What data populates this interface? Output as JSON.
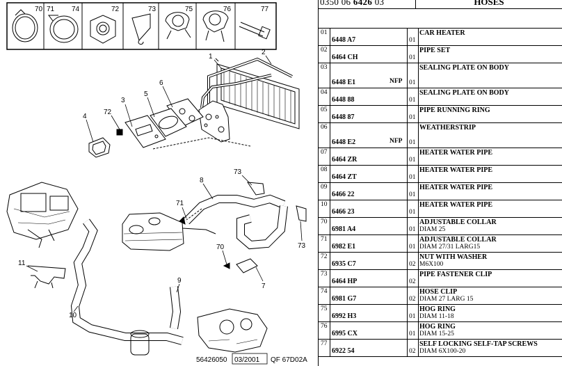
{
  "header": {
    "code_prefix": "0350 06",
    "code_bold": "6426",
    "code_suffix": "03",
    "title": "HOSES"
  },
  "diagram": {
    "thumbnails": [
      "70",
      "71",
      "74",
      "72",
      "73",
      "75",
      "76",
      "77"
    ],
    "callouts": [
      "1",
      "2",
      "3",
      "4",
      "5",
      "6",
      "72",
      "8",
      "71",
      "73",
      "70",
      "73",
      "7",
      "11",
      "9",
      "10"
    ],
    "footer_ref": "56426050",
    "footer_date": "03/2001",
    "footer_code": "QF 67D02A"
  },
  "parts": [
    {
      "ref": "01",
      "part": "6448 A7",
      "nfp": "",
      "qty": "01",
      "desc": "CAR HEATER",
      "sub": ""
    },
    {
      "ref": "02",
      "part": "6464 CH",
      "nfp": "",
      "qty": "01",
      "desc": "PIPE SET",
      "sub": ""
    },
    {
      "ref": "03",
      "part": "6448 E1",
      "nfp": "NFP",
      "qty": "01",
      "desc": "SEALING PLATE ON BODY",
      "sub": ""
    },
    {
      "ref": "04",
      "part": "6448 88",
      "nfp": "",
      "qty": "01",
      "desc": "SEALING PLATE ON BODY",
      "sub": ""
    },
    {
      "ref": "05",
      "part": "6448 87",
      "nfp": "",
      "qty": "01",
      "desc": "PIPE RUNNING RING",
      "sub": ""
    },
    {
      "ref": "06",
      "part": "6448 E2",
      "nfp": "NFP",
      "qty": "01",
      "desc": "WEATHERSTRIP",
      "sub": ""
    },
    {
      "ref": "07",
      "part": "6464 ZR",
      "nfp": "",
      "qty": "01",
      "desc": "HEATER WATER PIPE",
      "sub": ""
    },
    {
      "ref": "08",
      "part": "6464 ZT",
      "nfp": "",
      "qty": "01",
      "desc": "HEATER WATER PIPE",
      "sub": ""
    },
    {
      "ref": "09",
      "part": "6466 22",
      "nfp": "",
      "qty": "01",
      "desc": "HEATER WATER PIPE",
      "sub": ""
    },
    {
      "ref": "10",
      "part": "6466 23",
      "nfp": "",
      "qty": "01",
      "desc": "HEATER WATER PIPE",
      "sub": ""
    },
    {
      "ref": "70",
      "part": "6981 A4",
      "nfp": "",
      "qty": "01",
      "desc": "ADJUSTABLE COLLAR",
      "sub": "DIAM 25"
    },
    {
      "ref": "71",
      "part": "6982 E1",
      "nfp": "",
      "qty": "01",
      "desc": "ADJUSTABLE COLLAR",
      "sub": "DIAM 27/31 LARG15"
    },
    {
      "ref": "72",
      "part": "6935 C7",
      "nfp": "",
      "qty": "02",
      "desc": "NUT WITH WASHER",
      "sub": "M6X100"
    },
    {
      "ref": "73",
      "part": "6464 HP",
      "nfp": "",
      "qty": "02",
      "desc": "PIPE FASTENER CLIP",
      "sub": ""
    },
    {
      "ref": "74",
      "part": "6981 G7",
      "nfp": "",
      "qty": "02",
      "desc": "HOSE CLIP",
      "sub": "DIAM 27 LARG 15"
    },
    {
      "ref": "75",
      "part": "6992 H3",
      "nfp": "",
      "qty": "01",
      "desc": "HOG RING",
      "sub": "DIAM 11-18"
    },
    {
      "ref": "76",
      "part": "6995 CX",
      "nfp": "",
      "qty": "01",
      "desc": "HOG RING",
      "sub": "DIAM 15-25"
    },
    {
      "ref": "77",
      "part": "6922 54",
      "nfp": "",
      "qty": "02",
      "desc": "SELF LOCKING SELF-TAP SCREWS",
      "sub": "DIAM 6X100-20"
    }
  ]
}
